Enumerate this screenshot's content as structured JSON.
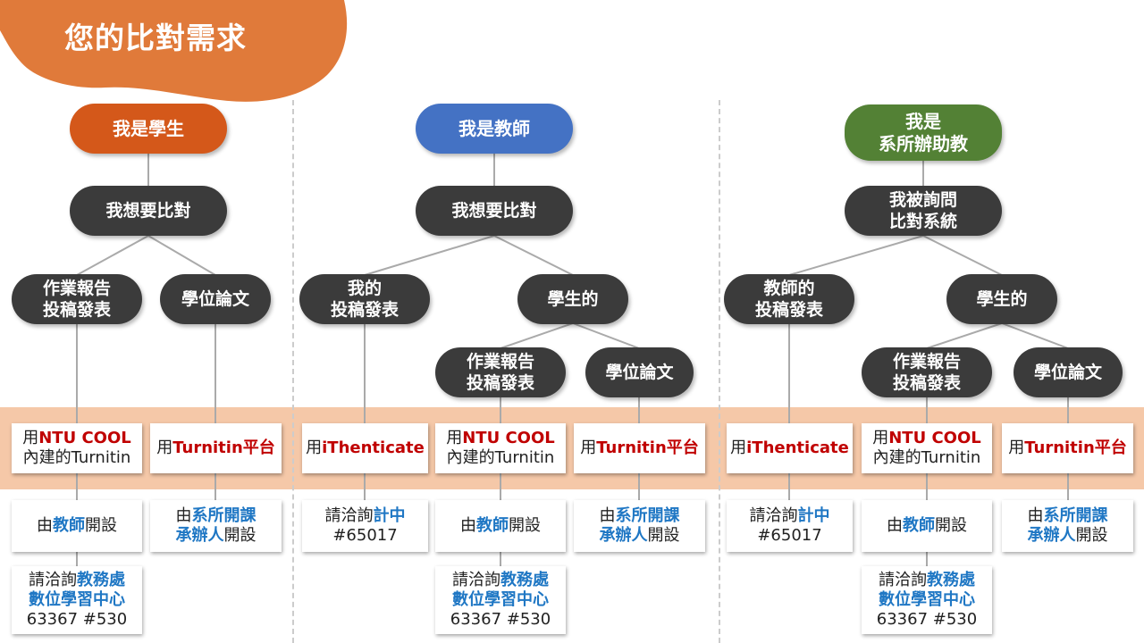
{
  "title": "您的比對需求",
  "colors": {
    "title_blob": "#e07a3a",
    "student": "#d4581a",
    "teacher": "#4472c4",
    "assistant": "#538135",
    "dark_pill": "#3b3b3b",
    "band": "#f5c8a8",
    "red_text": "#c00000",
    "blue_text": "#1f77c4"
  },
  "student": {
    "role": "我是學生",
    "want": "我想要比對",
    "a": "作業報告\n投稿發表",
    "b": "學位論文",
    "tool_a": [
      "用",
      "NTU COOL",
      "內建的Turnitin"
    ],
    "tool_b": [
      "用",
      "Turnitin平台"
    ],
    "open_a": [
      "由",
      "教師",
      "開設"
    ],
    "open_b": [
      "由",
      "系所開課",
      "承辦人",
      "開設"
    ],
    "contact": [
      "請洽詢",
      "教務處",
      "數位學習中心",
      "63367 #530"
    ]
  },
  "teacher": {
    "role": "我是教師",
    "want": "我想要比對",
    "a": "我的\n投稿發表",
    "b": "學生的",
    "b1": "作業報告\n投稿發表",
    "b2": "學位論文",
    "tool_a": [
      "用",
      "iThenticate"
    ],
    "tool_b1": [
      "用",
      "NTU COOL",
      "內建的Turnitin"
    ],
    "tool_b2": [
      "用",
      "Turnitin平台"
    ],
    "contact_a": [
      "請洽詢",
      "計中",
      "#65017"
    ],
    "open_b1": [
      "由",
      "教師",
      "開設"
    ],
    "open_b2": [
      "由",
      "系所開課",
      "承辦人",
      "開設"
    ],
    "contact_b1": [
      "請洽詢",
      "教務處",
      "數位學習中心",
      "63367 #530"
    ]
  },
  "assistant": {
    "role": "我是\n系所辦助教",
    "asked": "我被詢問\n比對系統",
    "a": "教師的\n投稿發表",
    "b": "學生的",
    "b1": "作業報告\n投稿發表",
    "b2": "學位論文",
    "tool_a": [
      "用",
      "iThenticate"
    ],
    "tool_b1": [
      "用",
      "NTU COOL",
      "內建的Turnitin"
    ],
    "tool_b2": [
      "用",
      "Turnitin平台"
    ],
    "contact_a": [
      "請洽詢",
      "計中",
      "#65017"
    ],
    "open_b1": [
      "由",
      "教師",
      "開設"
    ],
    "open_b2": [
      "由",
      "系所開課",
      "承辦人",
      "開設"
    ],
    "contact_b1": [
      "請洽詢",
      "教務處",
      "數位學習中心",
      "63367 #530"
    ]
  }
}
